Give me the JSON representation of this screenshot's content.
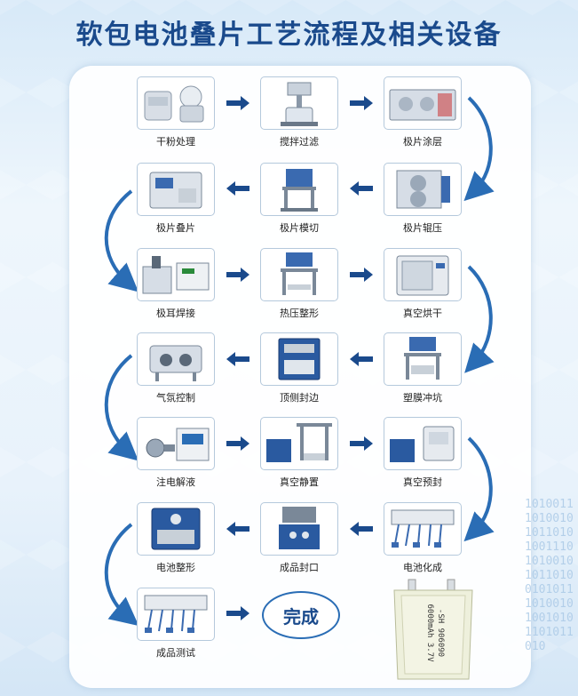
{
  "title": "软包电池叠片工艺流程及相关设备",
  "colors": {
    "title": "#1a4a8c",
    "arrow": "#1a4a8c",
    "curve": "#2a6db5"
  },
  "steps": [
    {
      "label": "干粉处理",
      "icon": "powder-processor-icon"
    },
    {
      "label": "搅拌过滤",
      "icon": "mixer-icon"
    },
    {
      "label": "极片涂层",
      "icon": "coater-icon"
    },
    {
      "label": "极片辊压",
      "icon": "roller-press-icon"
    },
    {
      "label": "极片模切",
      "icon": "die-cutter-icon"
    },
    {
      "label": "极片叠片",
      "icon": "stacking-machine-icon"
    },
    {
      "label": "极耳焊接",
      "icon": "tab-welder-icon"
    },
    {
      "label": "热压整形",
      "icon": "hot-press-icon"
    },
    {
      "label": "真空烘干",
      "icon": "vacuum-oven-icon"
    },
    {
      "label": "塑膜冲坑",
      "icon": "film-punch-icon"
    },
    {
      "label": "顶侧封边",
      "icon": "top-side-sealer-icon"
    },
    {
      "label": "气氛控制",
      "icon": "glove-box-icon"
    },
    {
      "label": "注电解液",
      "icon": "electrolyte-filler-icon"
    },
    {
      "label": "真空静置",
      "icon": "vacuum-standing-icon"
    },
    {
      "label": "真空预封",
      "icon": "vacuum-pre-sealer-icon"
    },
    {
      "label": "电池化成",
      "icon": "formation-tester-icon"
    },
    {
      "label": "成品封口",
      "icon": "final-sealer-icon"
    },
    {
      "label": "电池整形",
      "icon": "battery-shaper-icon"
    },
    {
      "label": "成品测试",
      "icon": "battery-tester-icon"
    }
  ],
  "done_label": "完成",
  "battery_text": "-SH 906090\n6000mAh 3.7V"
}
